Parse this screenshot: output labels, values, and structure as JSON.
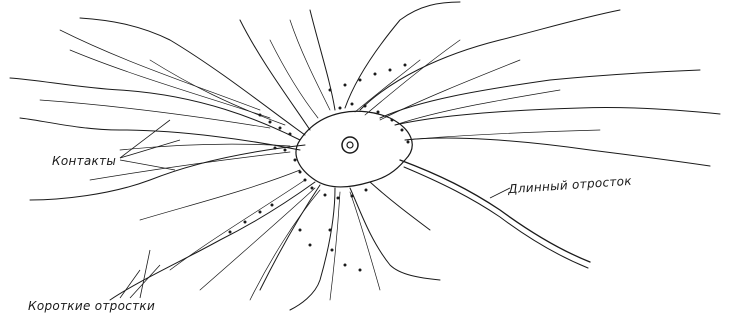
{
  "labels": {
    "contacts": "Контакты",
    "long_process": "Длинный отросток",
    "short_processes": "Короткие отростки"
  },
  "colors": {
    "ink": "#1a1a1a",
    "background": "#ffffff"
  }
}
